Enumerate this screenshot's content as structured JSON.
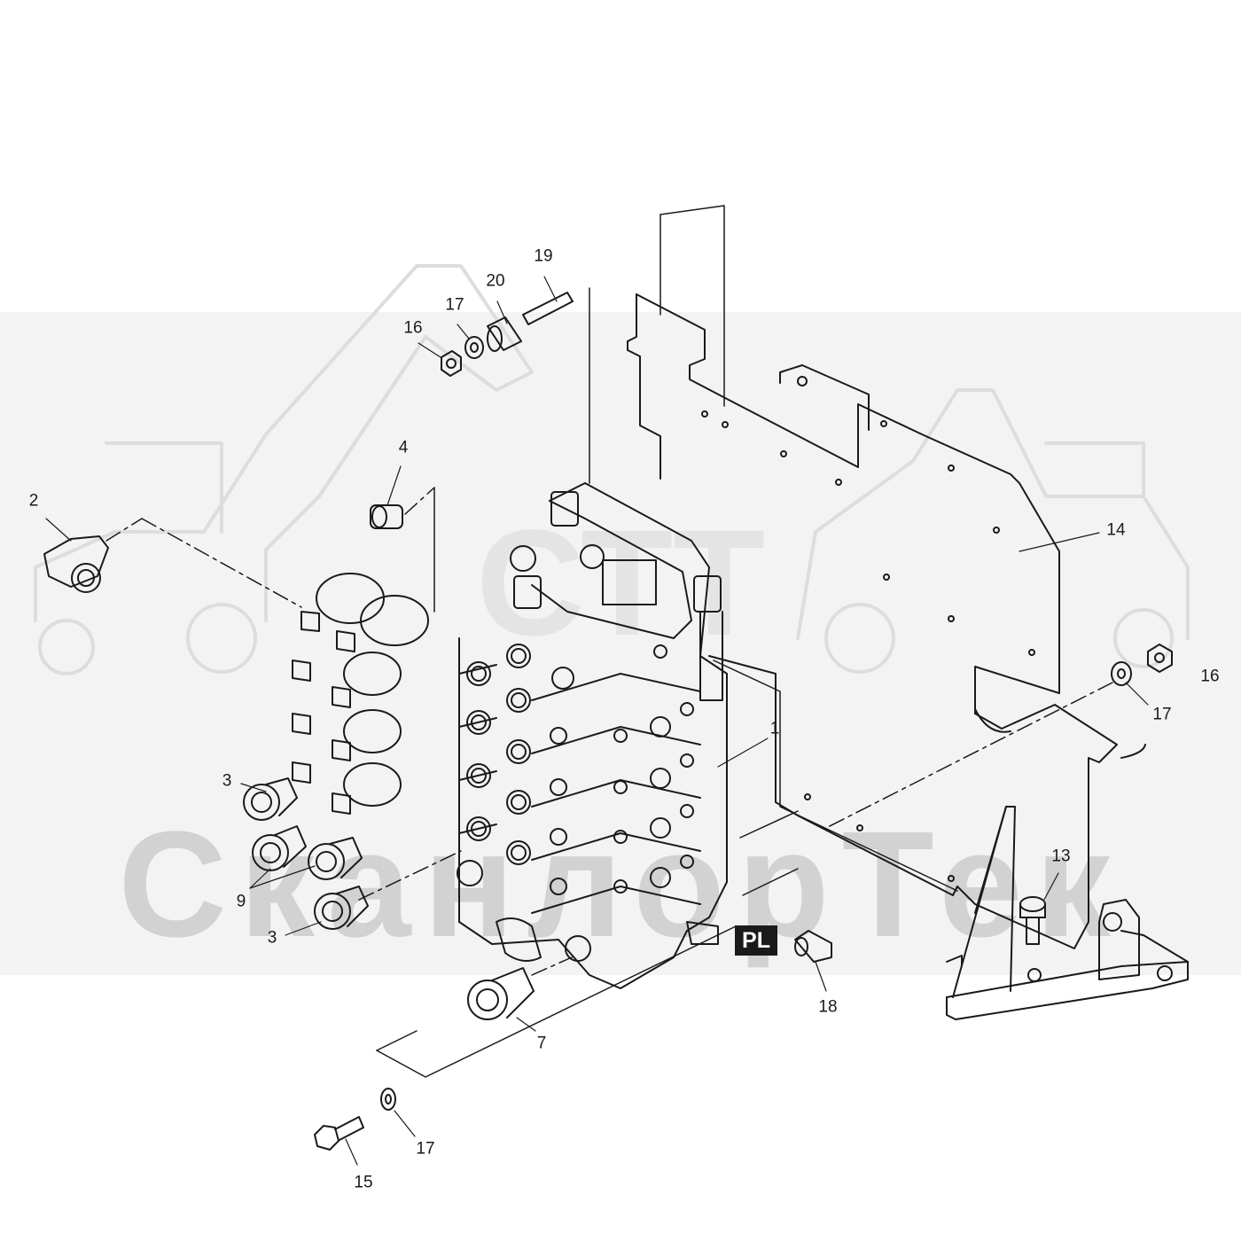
{
  "watermark": {
    "logo_text": "СТТ",
    "brand_text": "СканлорТек"
  },
  "marker": {
    "label": "PL"
  },
  "callouts": [
    {
      "id": "c19",
      "label": "19"
    },
    {
      "id": "c20",
      "label": "20"
    },
    {
      "id": "c17a",
      "label": "17"
    },
    {
      "id": "c16a",
      "label": "16"
    },
    {
      "id": "c4",
      "label": "4"
    },
    {
      "id": "c2",
      "label": "2"
    },
    {
      "id": "c14",
      "label": "14"
    },
    {
      "id": "c16b",
      "label": "16"
    },
    {
      "id": "c17b",
      "label": "17"
    },
    {
      "id": "c1",
      "label": "1"
    },
    {
      "id": "c3a",
      "label": "3"
    },
    {
      "id": "c9",
      "label": "9"
    },
    {
      "id": "c3b",
      "label": "3"
    },
    {
      "id": "c13",
      "label": "13"
    },
    {
      "id": "c18",
      "label": "18"
    },
    {
      "id": "c7",
      "label": "7"
    },
    {
      "id": "c17c",
      "label": "17"
    },
    {
      "id": "c15",
      "label": "15"
    }
  ],
  "colors": {
    "line": "#1a1a1a",
    "watermark": "#d2d2d2",
    "band": "#f3f3f3"
  }
}
